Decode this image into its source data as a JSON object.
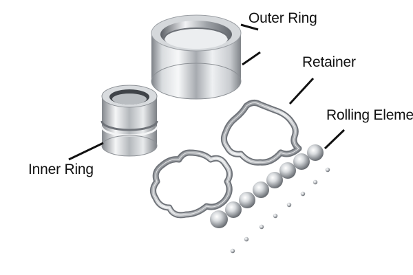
{
  "labels": {
    "outer_ring": "Outer Ring",
    "retainer": "Retainer",
    "rolling_elements": "Rolling Elements",
    "inner_ring": "Inner Ring"
  },
  "colors": {
    "background": "#ffffff",
    "leader_line": "#111111",
    "metal": "#c0c3c7"
  },
  "parts": [
    "outer ring",
    "inner ring",
    "retainer",
    "retainer",
    "rolling elements"
  ]
}
